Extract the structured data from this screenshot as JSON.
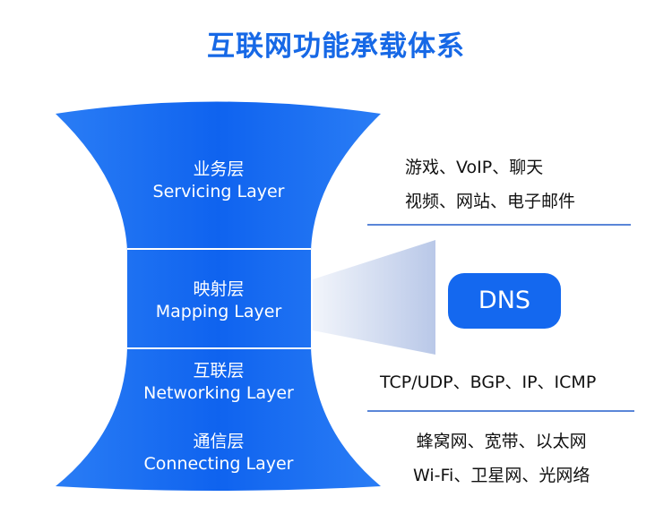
{
  "title": "互联网功能承载体系",
  "layers": [
    {
      "zh": "业务层",
      "en": "Servicing Layer"
    },
    {
      "zh": "映射层",
      "en": "Mapping Layer"
    },
    {
      "zh": "互联层",
      "en": "Networking Layer"
    },
    {
      "zh": "通信层",
      "en": "Connecting Layer"
    }
  ],
  "right": {
    "servicing": [
      "游戏、VoIP、聊天",
      "视频、网站、电子邮件"
    ],
    "dns": "DNS",
    "networking": "TCP/UDP、BGP、IP、ICMP",
    "connecting": [
      "蜂窝网、宽带、以太网",
      "Wi-Fi、卫星网、光网络"
    ]
  },
  "colors": {
    "primary": "#1468ef",
    "title": "#1668e6",
    "rule": "#5a86d8"
  }
}
